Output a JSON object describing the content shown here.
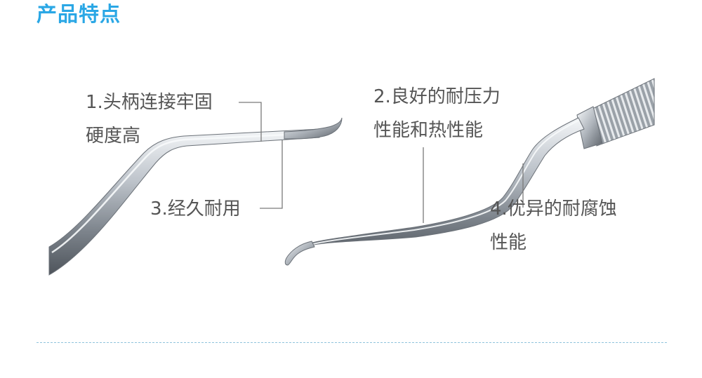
{
  "title": "产品特点",
  "features": [
    {
      "lines": [
        "1.头柄连接牢固",
        "硬度高"
      ]
    },
    {
      "lines": [
        "2.良好的耐压力",
        "性能和热性能"
      ]
    },
    {
      "lines": [
        "3.经久耐用"
      ]
    },
    {
      "lines": [
        "4.优异的耐腐蚀",
        "性能"
      ]
    }
  ],
  "colors": {
    "title": "#2aa7e5",
    "feature_text": "#555555",
    "leader_line": "#7a7a7a",
    "divider": "#8fc3dc",
    "steel_dark": "#5a6068",
    "steel_light": "#eef1f4"
  }
}
